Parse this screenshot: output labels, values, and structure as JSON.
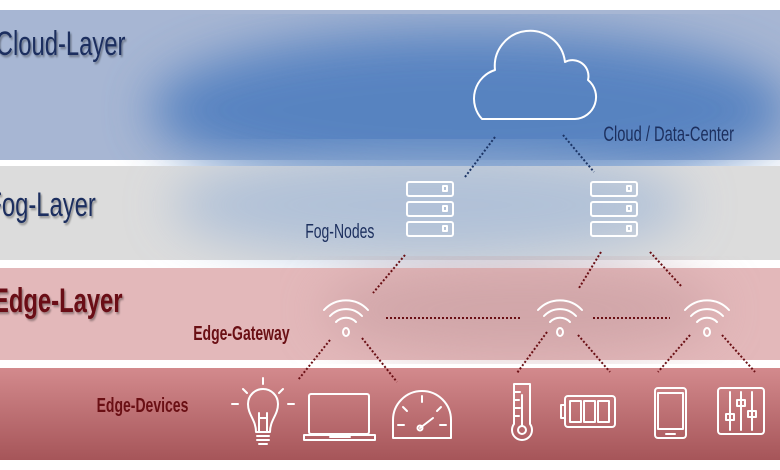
{
  "layers": {
    "cloud": {
      "title": "Cloud-Layer",
      "color": "#3f6aa8"
    },
    "fog": {
      "title": "Fog-Layer",
      "color": "#d9d9d9"
    },
    "edge": {
      "title": "Edge-Layer",
      "color": "#e3b4b6"
    },
    "devices": {
      "color": "#b8676b"
    }
  },
  "labels": {
    "cloud_node": "Cloud / Data-Center",
    "fog_nodes": "Fog-Nodes",
    "edge_gateway": "Edge-Gateway",
    "edge_devices": "Edge-Devices"
  },
  "icons": [
    "cloud-icon",
    "server-icon",
    "wifi-icon",
    "lightbulb-icon",
    "laptop-icon",
    "gauge-icon",
    "thermometer-icon",
    "battery-icon",
    "smartphone-icon",
    "mixer-sliders-icon"
  ],
  "colors": {
    "blue_text": "#1c2f5e",
    "red_text": "#6a0f14"
  }
}
